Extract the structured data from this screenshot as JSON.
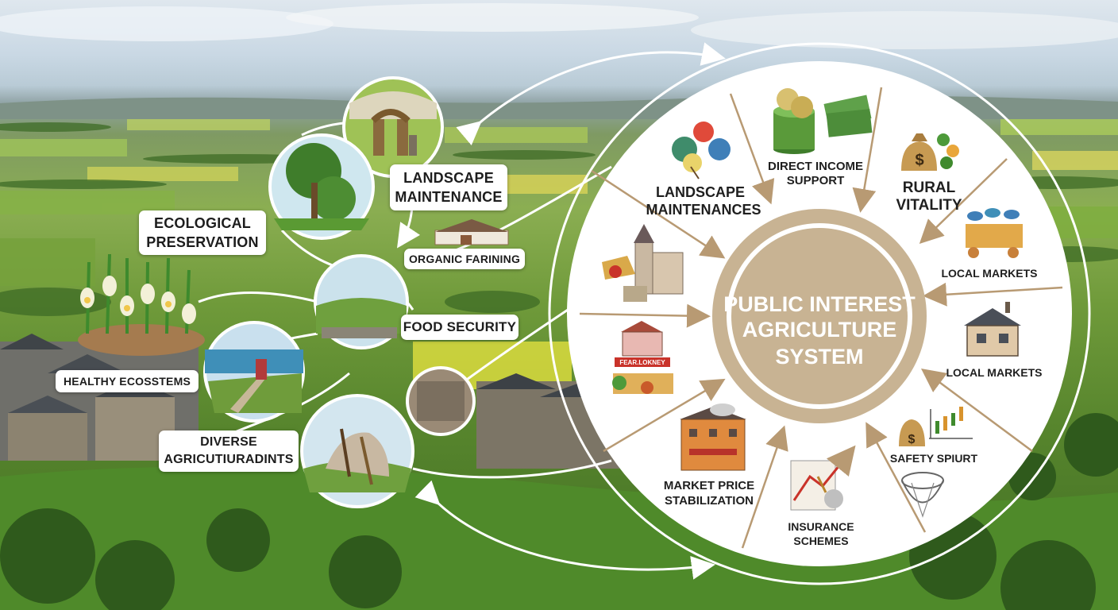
{
  "center": {
    "line1": "PUBLIC INTEREST",
    "line2": "AGRICULTURE",
    "line3": "SYSTEM"
  },
  "left_labels": {
    "landscape": {
      "line1": "LANDSCAPE",
      "line2": "MAINTENANCE"
    },
    "ecological": {
      "line1": "ECOLOGICAL",
      "line2": "PRESERVATION"
    },
    "organic": "ORGANIC FARINING",
    "food": "FOOD SECURITY",
    "healthy": "HEALTHY ECOSSTEMS",
    "diverse": {
      "line1": "DIVERSE",
      "line2": "AGRICUTIURADINTS"
    }
  },
  "wheel_labels": {
    "direct_income": {
      "line1": "DIRECT INCOME",
      "line2": "SUPPORT"
    },
    "rural": {
      "line1": "RURAL",
      "line2": "VITALITY"
    },
    "local_markets_1": "LOCAL MARKETS",
    "local_markets_2": "LOCAL MARKETS",
    "safety": "SAFETY SPIURT",
    "insurance": {
      "line1": "INSURANCE",
      "line2": "SCHEMES"
    },
    "market_price": {
      "line1": "MARKET PRICE",
      "line2": "STABILIZATION"
    },
    "landscape": {
      "line1": "LANDSCAPE",
      "line2": "MAINTENANCES"
    }
  },
  "shop_sign": "FEAR.LOKNEY",
  "colors": {
    "accent_tan": "#b89a73",
    "center_fill": "#c8b393",
    "wheel_bg": "#ffffff",
    "grass": "#6f9a3a"
  }
}
